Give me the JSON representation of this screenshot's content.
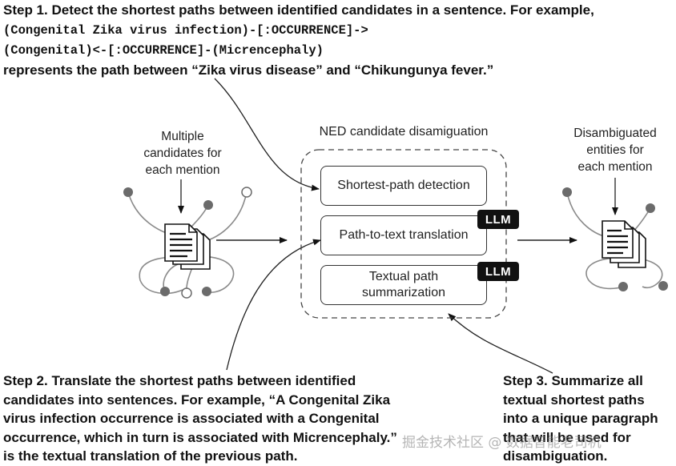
{
  "step1": {
    "line1": "Step 1. Detect the shortest paths between identified candidates in a sentence. For example,",
    "code1": "(Congenital Zika virus infection)-[:OCCURRENCE]->",
    "code2": "(Congenital)<-[:OCCURRENCE]-(Micrencephaly)",
    "line4": "represents the path between “Zika virus disease” and “Chikungunya fever.”"
  },
  "left_group": {
    "caption": [
      "Multiple",
      "candidates for",
      "each mention"
    ]
  },
  "center_group": {
    "title": "NED candidate disamiguation",
    "boxes": [
      {
        "label": "Shortest-path detection",
        "badge": ""
      },
      {
        "label": "Path-to-text translation",
        "badge": "LLM"
      },
      {
        "label_lines": [
          "Textual path",
          "summarization"
        ],
        "badge": "LLM"
      }
    ]
  },
  "right_group": {
    "caption": [
      "Disambiguated",
      "entities for",
      "each mention"
    ]
  },
  "step2": {
    "lines": [
      "Step 2. Translate the shortest paths between identified",
      "candidates into sentences. For example, “A Congenital Zika",
      "virus infection occurrence is associated with a Congenital",
      "occurrence, which in turn is associated with Micrencephaly.”",
      "is the textual translation of the previous path."
    ]
  },
  "step3": {
    "lines": [
      "Step 3. Summarize all",
      "textual shortest paths",
      "into a unique paragraph",
      "that will be used for",
      "disambiguation."
    ]
  },
  "watermark": "掘金技术社区 @ 数据智能老司机",
  "colors": {
    "node_gray": "#6b6b6b",
    "line_gray": "#8a8a8a",
    "badge": "#111111"
  }
}
